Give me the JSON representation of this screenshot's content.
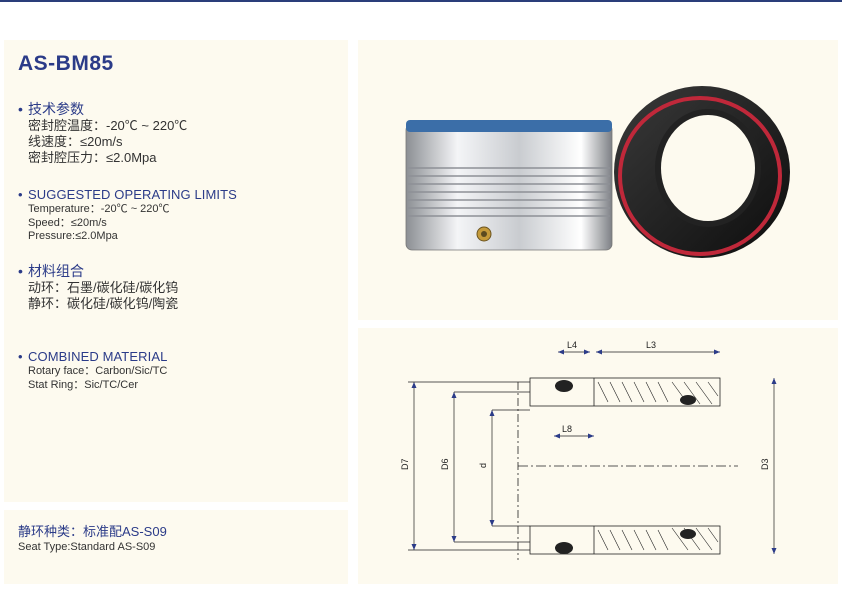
{
  "title": "AS-BM85",
  "sections": {
    "params_cn": {
      "heading": "技术参数",
      "lines": [
        "密封腔温度：-20℃ ~ 220℃",
        "线速度：≤20m/s",
        "密封腔压力：≤2.0Mpa"
      ]
    },
    "limits_en": {
      "heading": "SUGGESTED OPERATING LIMITS",
      "lines": [
        "Temperature：-20℃ ~ 220℃",
        "Speed：≤20m/s",
        "Pressure:≤2.0Mpa"
      ]
    },
    "material_cn": {
      "heading": "材料组合",
      "lines": [
        "动环：石墨/碳化硅/碳化钨",
        "静环：碳化硅/碳化钨/陶瓷"
      ]
    },
    "material_en": {
      "heading": "COMBINED MATERIAL",
      "lines": [
        "Rotary face：Carbon/Sic/TC",
        "Stat Ring：Sic/TC/Cer"
      ]
    }
  },
  "seat": {
    "cn": "静环种类：标准配AS-S09",
    "en": "Seat Type:Standard AS-S09"
  },
  "drawing": {
    "labels": {
      "l4": "L4",
      "l3": "L3",
      "l8": "L8",
      "d7": "D7",
      "d6": "D6",
      "d": "d",
      "d3": "D3"
    }
  },
  "colors": {
    "accent": "#2b3b88",
    "panel": "#fdfaef",
    "seal_red": "#c0283a"
  }
}
